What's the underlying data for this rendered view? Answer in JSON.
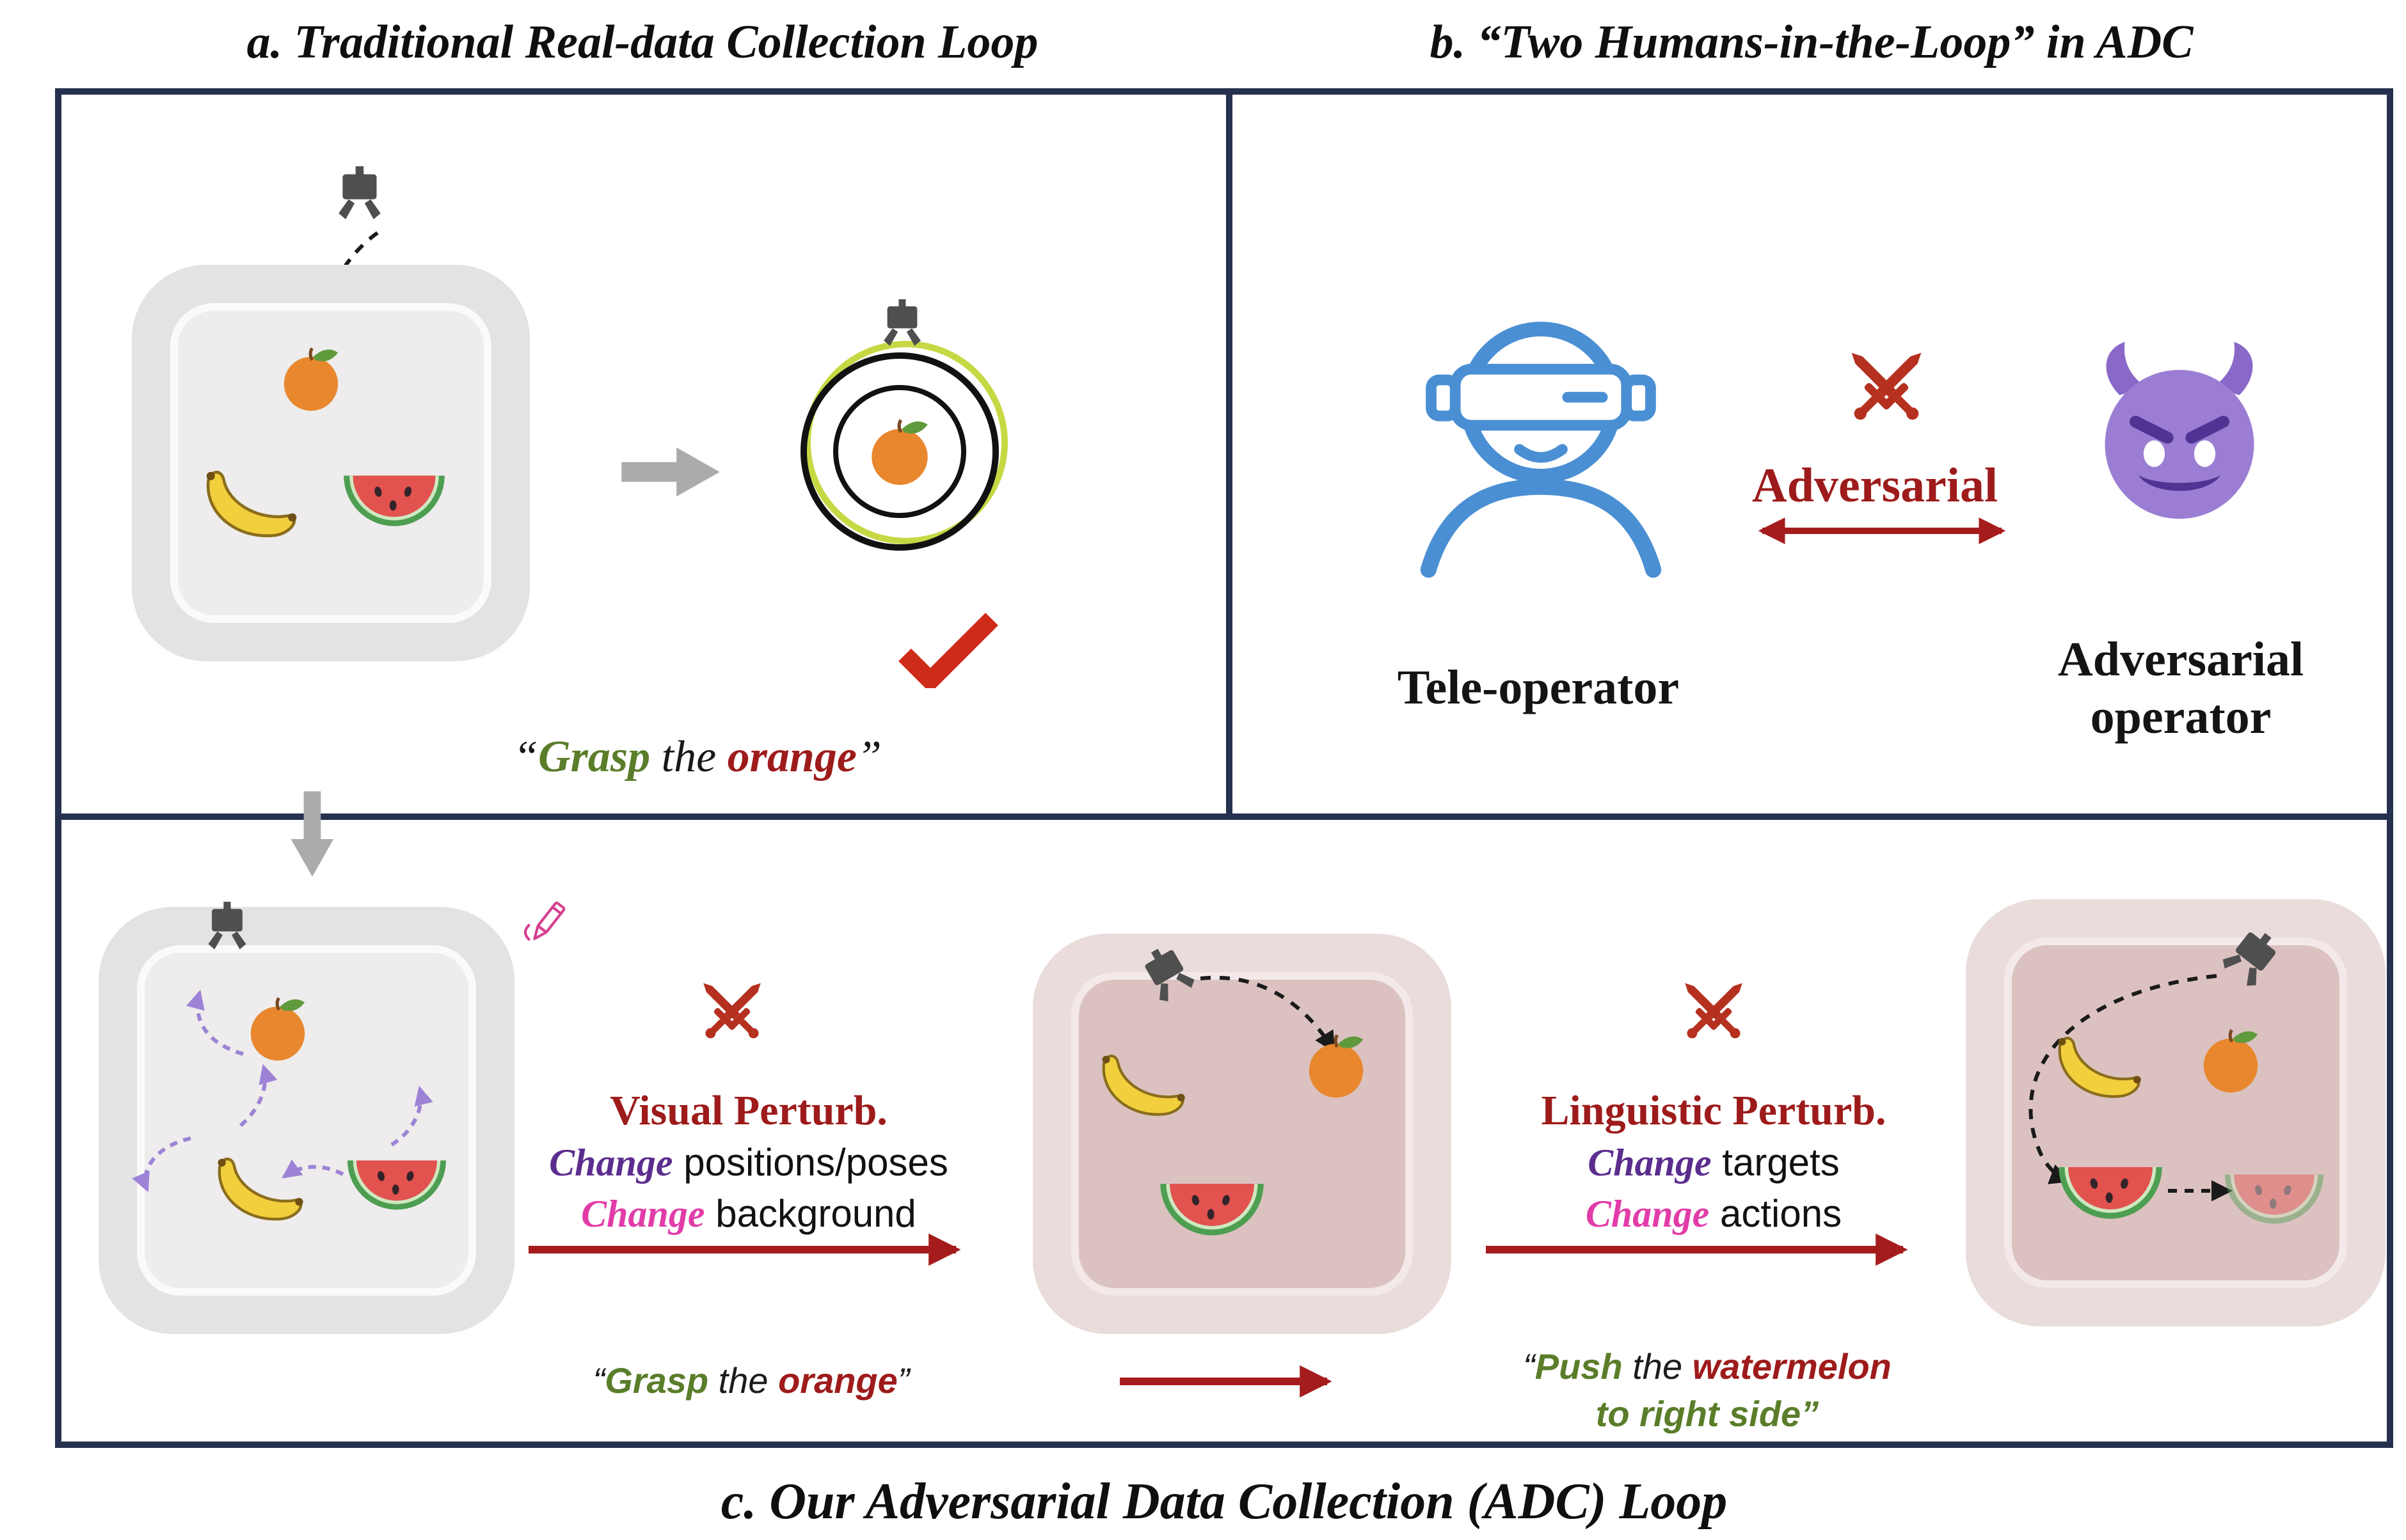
{
  "figure": {
    "panel_a": {
      "title": "a. Traditional Real-data Collection Loop",
      "instruction": {
        "open": "“",
        "verb": "Grasp",
        "mid": " the ",
        "object": "orange",
        "close": "”"
      }
    },
    "panel_b": {
      "title": "b. “Two Humans-in-the-Loop” in ADC",
      "adversarial_label": "Adversarial",
      "tele_operator_label": "Tele-operator",
      "adversarial_operator_line1": "Adversarial",
      "adversarial_operator_line2": "operator"
    },
    "panel_c": {
      "caption": "c. Our Adversarial Data Collection (ADC) Loop",
      "visual_perturbation": {
        "title": "Visual Perturb.",
        "row1_keyword": "Change",
        "row1_text": " positions/poses",
        "row2_keyword": "Change",
        "row2_text": " background"
      },
      "linguistic_perturbation": {
        "title": "Linguistic Perturb.",
        "row1_keyword": "Change",
        "row1_text": " targets",
        "row2_keyword": "Change",
        "row2_text": " actions"
      },
      "grasp_instruction": {
        "open": "“",
        "verb": "Grasp",
        "mid": " the ",
        "object": "orange",
        "close": "”"
      },
      "push_instruction": {
        "open": "“",
        "verb": "Push",
        "mid": " the ",
        "object": "watermelon",
        "line2": "to right side",
        "close": "”"
      }
    }
  },
  "colors": {
    "panel_border": "#26314f",
    "arrow_red": "#a51c1c",
    "swords_red": "#b5301f",
    "verb_green": "#5a7d2a",
    "object_dark_red": "#9e1b1b",
    "change_purple": "#5b2d8e",
    "change_magenta": "#e23ca9",
    "teleoperator_blue": "#4a8fd3",
    "devil_purple": "#9b7ed3"
  },
  "icons": {
    "robot_gripper": "robot-gripper-icon",
    "crossed_swords": "crossed-swords-icon",
    "vr_teleoperator": "vr-teleoperator-icon",
    "devil_face": "devil-face-icon",
    "orange": "orange-icon",
    "banana": "banana-icon",
    "watermelon": "watermelon-icon",
    "pencil_edit": "pencil-edit-icon",
    "checkmark": "checkmark-icon",
    "target_circles": "target-circles-icon"
  }
}
